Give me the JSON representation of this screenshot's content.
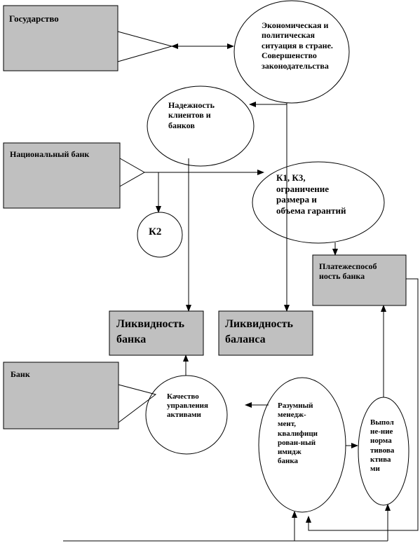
{
  "colors": {
    "box_fill": "#c0c0c0",
    "line": "#000000",
    "ellipse_fill": "#ffffff"
  },
  "nodes": {
    "state": "Государство",
    "economic_situation": "Экономическая и\nполитическая\nситуация в стране.\nСовершенство\nзаконодательства",
    "reliability": "Надежность\nклиентов и\nбанков",
    "national_bank": "Национальный банк",
    "k1_k3": "К1, К3,\nограничение\nразмера и\nобъема гарантий",
    "k2": "К2",
    "solvency": "Платежеспособ\nность банка",
    "bank_liquidity": "Ликвидность\nбанка",
    "balance_liquidity": "Ликвидность\nбаланса",
    "bank": "Банк",
    "asset_management": "Качество\nуправления\nактивами",
    "management": "Разумный\nменедж-\nмент,\nквалифици\nрован-ный\nимидж\nбанка",
    "normatives": "Выпол\nне-ние\nнорма\nтивова\nктива\nми"
  }
}
